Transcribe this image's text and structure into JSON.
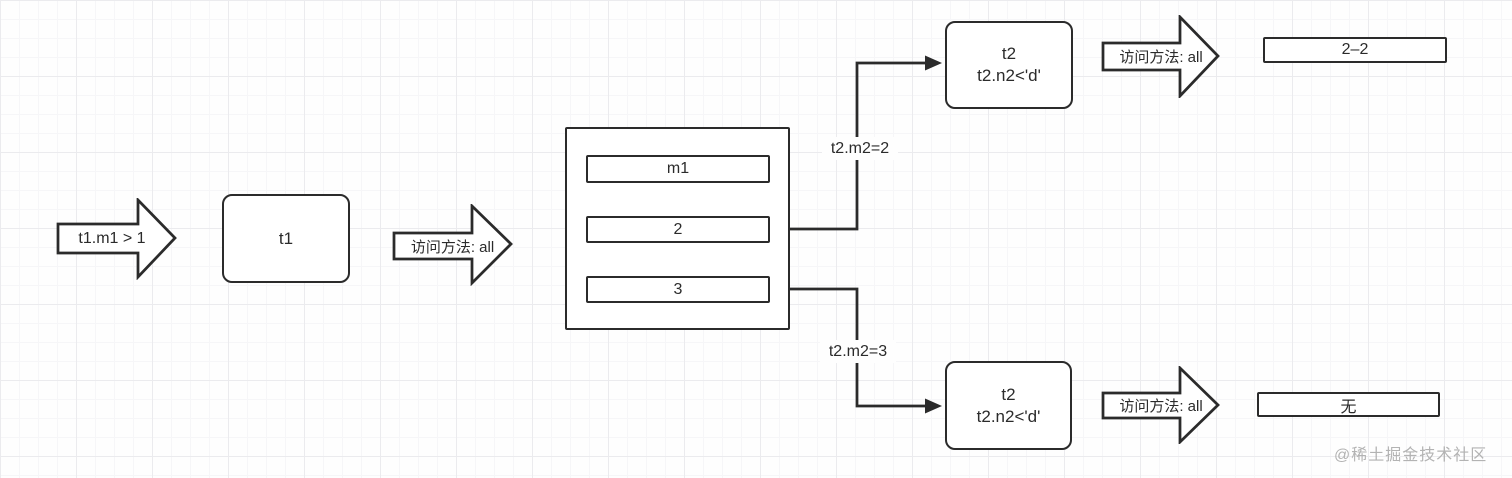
{
  "diagram": {
    "entry_arrow": {
      "label": "t1.m1 > 1"
    },
    "t1_node": {
      "label": "t1"
    },
    "access_arrow_1": {
      "label": "访问方法: all"
    },
    "scan_box": {
      "rows": [
        {
          "label": "m1"
        },
        {
          "label": "2"
        },
        {
          "label": "3"
        }
      ]
    },
    "branch_top": {
      "edge_label": "t2.m2=2",
      "node": {
        "line1": "t2",
        "line2": "t2.n2<'d'"
      },
      "access_arrow": {
        "label": "访问方法: all"
      },
      "result": {
        "label": "2–2"
      }
    },
    "branch_bottom": {
      "edge_label": "t2.m2=3",
      "node": {
        "line1": "t2",
        "line2": "t2.n2<'d'"
      },
      "access_arrow": {
        "label": "访问方法: all"
      },
      "result": {
        "label": "无"
      }
    },
    "watermark": "@稀土掘金技术社区",
    "colors": {
      "stroke": "#2b2b2b",
      "fill": "#ffffff",
      "grid_minor": "#f6f6f8",
      "grid_major": "#ebebee",
      "watermark": "#b3b3b3"
    }
  }
}
